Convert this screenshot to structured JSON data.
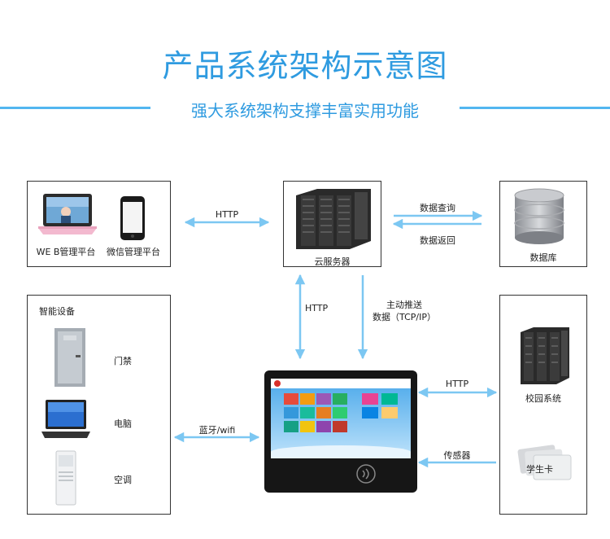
{
  "header": {
    "title": "产品系统架构示意图",
    "subtitle": "强大系统架构支撑丰富实用功能"
  },
  "nodes": {
    "web_platform": "WE B管理平台",
    "wechat_platform": "微信管理平台",
    "cloud_server": "云服务器",
    "database": "数据库",
    "smart_devices": "智能设备",
    "door_access": "门禁",
    "computer": "电脑",
    "air_conditioner": "空调",
    "campus_system": "校园系统",
    "student_card": "学生卡"
  },
  "links": {
    "http_top": "HTTP",
    "data_query": "数据查询",
    "data_return": "数据返回",
    "http_vertical": "HTTP",
    "push_line1": "主动推送",
    "push_line2": "数据（TCP/IP）",
    "http_right": "HTTP",
    "bluetooth_wifi": "蓝牙/wifi",
    "sensor": "传感器"
  },
  "colors": {
    "accent": "#2f9be0",
    "arrow": "#7cc7f2"
  }
}
